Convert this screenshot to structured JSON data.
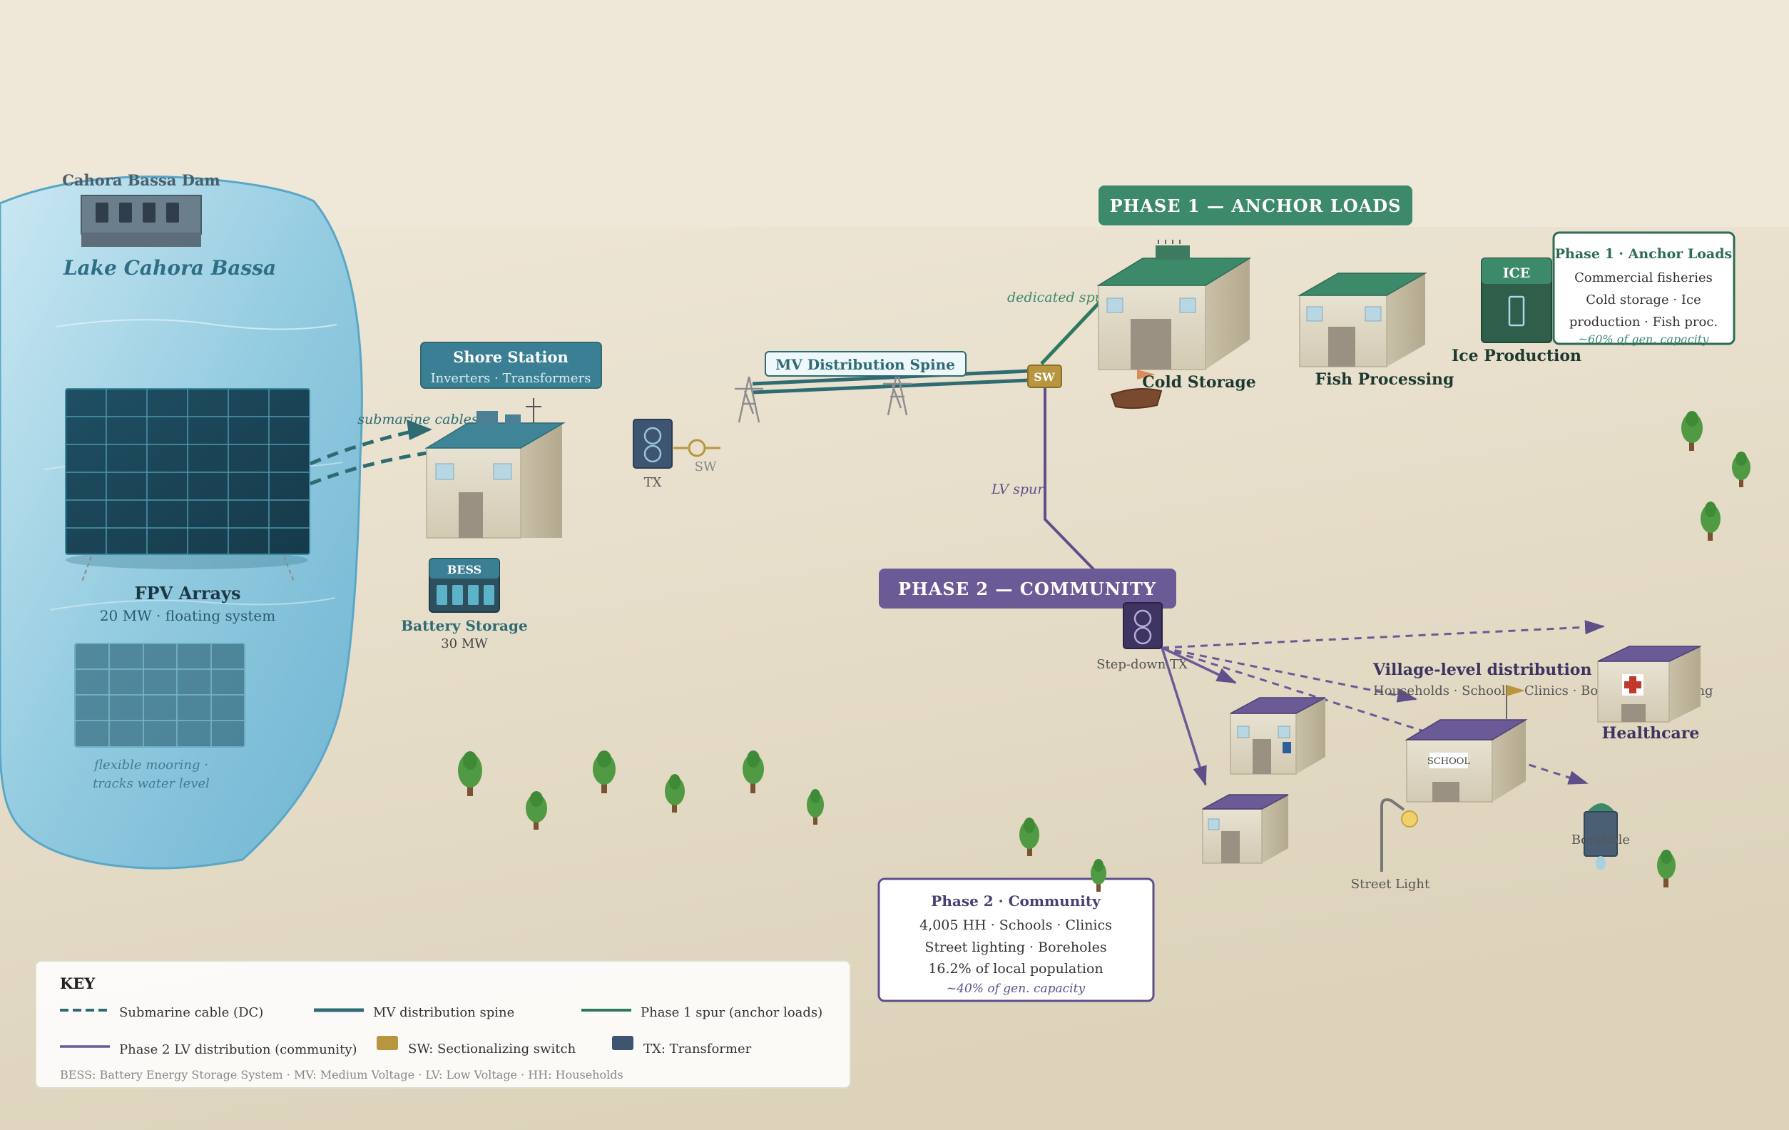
{
  "colors": {
    "water": "#7fc0d9",
    "water_edge": "#5aa7c7",
    "teal": "#2e6b73",
    "shore_header": "#3a7f93",
    "phase1": "#3d8a6a",
    "phase1_text": "#2d6b52",
    "phase2": "#6a5a96",
    "phase2_text": "#4b3f73",
    "switch": "#b8953f",
    "transformer": "#3d5570",
    "ground_top": "#efe7d7",
    "ground_bottom": "#ddd3bb"
  },
  "lake": {
    "dam_label": "Cahora Bassa Dam",
    "lake_label": "Lake Cahora Bassa",
    "fpv_title": "FPV Arrays",
    "fpv_sub": "20 MW · floating system",
    "mooring_line1": "flexible mooring ·",
    "mooring_line2": "tracks water level"
  },
  "cables": {
    "submarine_label": "submarine cables"
  },
  "shore_station": {
    "title": "Shore Station",
    "subtitle": "Inverters · Transformers"
  },
  "bess": {
    "tag": "BESS",
    "title": "Battery Storage",
    "capacity": "30 MW"
  },
  "tx_label": "TX",
  "sw_label": "SW",
  "mv_spine_label": "MV Distribution Spine",
  "sw_badge": "SW",
  "phase1": {
    "banner": "PHASE 1 — ANCHOR LOADS",
    "spur_label": "dedicated spur",
    "cold_storage": "Cold Storage",
    "fish_processing": "Fish Processing",
    "ice_tag": "ICE",
    "ice_production": "Ice Production",
    "box_title": "Phase 1 · Anchor Loads",
    "box_line1": "Commercial fisheries",
    "box_line2": "Cold storage · Ice",
    "box_line3": "production · Fish proc.",
    "box_note": "~60% of gen. capacity"
  },
  "phase2": {
    "lv_spur_label": "LV spur",
    "banner": "PHASE 2 — COMMUNITY",
    "stepdown_label": "Step-down TX",
    "village_title": "Village-level distribution",
    "village_sub": "Households · Schools · Clinics · Boreholes · Lighting",
    "school_sign": "SCHOOL",
    "healthcare": "Healthcare",
    "borehole": "Borehole",
    "street_light": "Street Light",
    "box_title": "Phase 2 · Community",
    "box_line1": "4,005 HH · Schools · Clinics",
    "box_line2": "Street lighting · Boreholes",
    "box_line3": "16.2% of local population",
    "box_note": "~40% of gen. capacity"
  },
  "legend": {
    "title": "KEY",
    "submarine": "Submarine cable (DC)",
    "mv": "MV distribution spine",
    "phase1_spur": "Phase 1 spur (anchor loads)",
    "phase2_lv": "Phase 2 LV distribution (community)",
    "sw": "SW: Sectionalizing switch",
    "tx": "TX: Transformer",
    "footnote": "BESS: Battery Energy Storage System · MV: Medium Voltage · LV: Low Voltage · HH: Households"
  }
}
